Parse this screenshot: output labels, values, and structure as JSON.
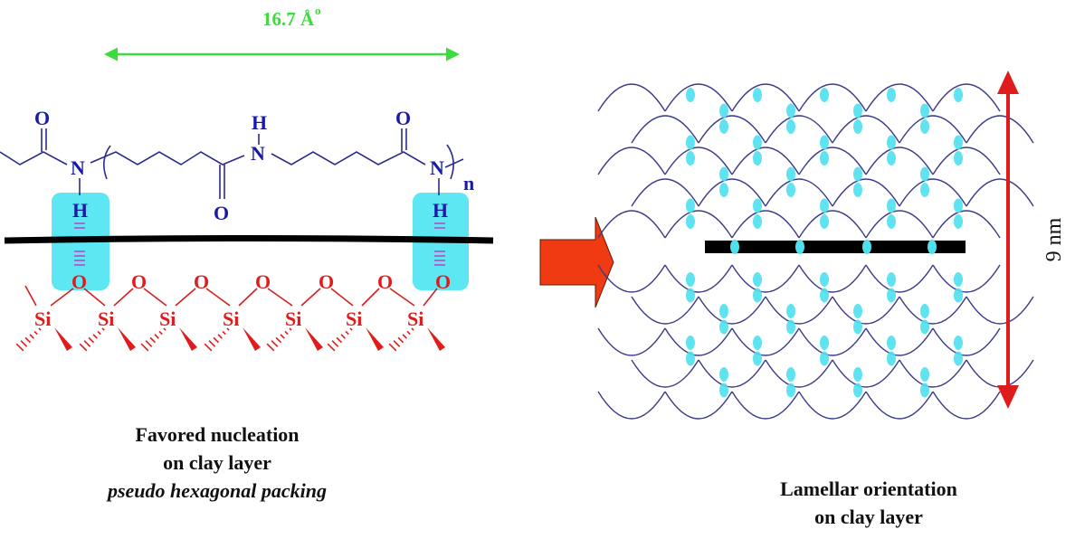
{
  "figure": {
    "left_panel": {
      "dimension_label": "16.7 Å",
      "dimension_superscript": "o",
      "chain_atoms": {
        "carbonyl_o_left": "O",
        "nitrogen_left": "N",
        "hydrogen_left": "H",
        "nitrogen_mid": "N",
        "hydrogen_mid": "H",
        "carbonyl_o_mid": "O",
        "carbonyl_o_right": "O",
        "nitrogen_right": "N",
        "hydrogen_right": "H",
        "repeat_subscript": "n"
      },
      "clay_atoms": {
        "oxygens": [
          "O",
          "O",
          "O",
          "O",
          "O",
          "O",
          "O"
        ],
        "silicons": [
          "Si",
          "Si",
          "Si",
          "Si",
          "Si",
          "Si",
          "Si"
        ]
      },
      "caption": {
        "line1": "Favored nucleation",
        "line2": "on clay layer",
        "line3": "pseudo hexagonal packing"
      }
    },
    "transition_arrow": "right-arrow",
    "right_panel": {
      "height_label": "9 nm",
      "lattice_rows_above": 5,
      "lattice_rows_below": 5,
      "caption": {
        "line1": "Lamellar orientation",
        "line2": "on clay layer"
      }
    },
    "colors": {
      "dimension_green": "#3ddc3d",
      "chain_blue": "#1a1aa8",
      "clay_red": "#e01b1b",
      "hbond_highlight": "#3fe3f0",
      "arrow_red": "#f03a12",
      "lattice_line": "#3b3b8a",
      "lattice_node": "#4fe0ee",
      "clay_line": "#000000"
    }
  }
}
